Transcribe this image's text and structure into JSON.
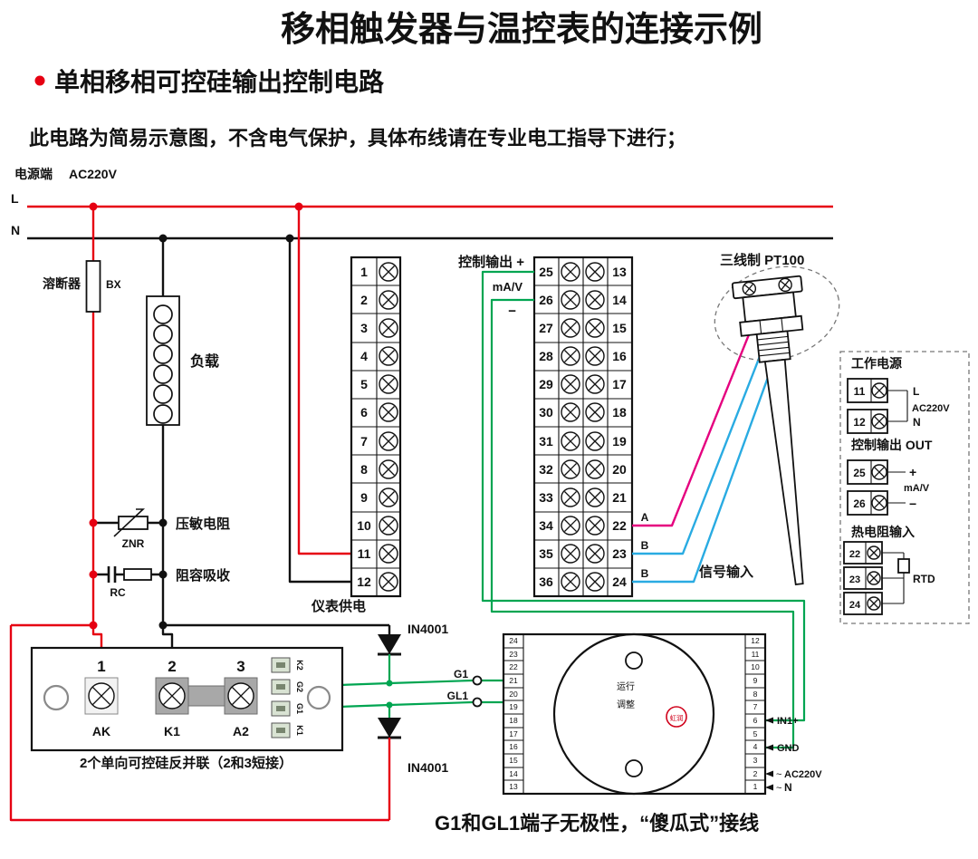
{
  "header": {
    "title": "移相触发器与温控表的连接示例",
    "subtitle": "单相移相可控硅输出控制电路",
    "note": "此电路为简易示意图，不含电气保护，具体布线请在专业电工指导下进行；",
    "footer_note": "G1和GL1端子无极性，“傻瓜式”接线"
  },
  "power": {
    "label": "电源端",
    "voltage": "AC220V",
    "l": "L",
    "n": "N"
  },
  "components": {
    "fuse": "溶断器",
    "fuse_code": "BX",
    "load": "负载",
    "varistor": "压敏电阻",
    "varistor_code": "ZNR",
    "rc": "阻容吸收",
    "rc_code": "RC",
    "meter_supply": "仪表供电",
    "diode1": "IN4001",
    "diode2": "IN4001"
  },
  "terminal_block": {
    "left": [
      "1",
      "2",
      "3",
      "4",
      "5",
      "6",
      "7",
      "8",
      "9",
      "10",
      "11",
      "12"
    ],
    "mid": [
      "25",
      "26",
      "27",
      "28",
      "29",
      "30",
      "31",
      "32",
      "33",
      "34",
      "35",
      "36"
    ],
    "right": [
      "13",
      "14",
      "15",
      "16",
      "17",
      "18",
      "19",
      "20",
      "21",
      "22",
      "23",
      "24"
    ],
    "control_output": "控制输出 +",
    "ma_v": "mA/V",
    "minus": "−",
    "sig_a": "A",
    "sig_b1": "B",
    "sig_b2": "B",
    "signal_input": "信号输入"
  },
  "sensor": {
    "label": "三线制 PT100"
  },
  "scr": {
    "t1": "1",
    "t2": "2",
    "t3": "3",
    "n1": "AK",
    "n2": "K1",
    "n3": "A2",
    "side": [
      "K2",
      "G2",
      "G1",
      "K1"
    ],
    "caption": "2个单向可控硅反并联（2和3短接）"
  },
  "trigger": {
    "g1": "G1",
    "gl1": "GL1",
    "left_strip": [
      "24",
      "23",
      "22",
      "21",
      "20",
      "19",
      "18",
      "17",
      "16",
      "15",
      "14",
      "13"
    ],
    "right_strip": [
      "12",
      "11",
      "10",
      "9",
      "8",
      "7",
      "6",
      "5",
      "4",
      "3",
      "2",
      "1"
    ],
    "run": "运行",
    "adjust": "调整",
    "brand": "虹润",
    "in1": "IN1+",
    "gnd": "GND",
    "tilde1": "~",
    "ac": "AC220V",
    "tilde2": "~",
    "n": "N"
  },
  "panel": {
    "power_title": "工作电源",
    "p11": "11",
    "p12": "12",
    "pl": "L",
    "pac": "AC220V",
    "pn": "N",
    "out_title": "控制输出 OUT",
    "p25": "25",
    "p26": "26",
    "pplus": "+",
    "pmav": "mA/V",
    "pminus": "−",
    "rtd_title": "热电阻输入",
    "p22": "22",
    "p23": "23",
    "p24": "24",
    "rtd": "RTD"
  },
  "colors": {
    "live": "#e60012",
    "neutral": "#111111",
    "control": "#00a551",
    "signal_a": "#e5007f",
    "signal_b": "#29abe2"
  }
}
